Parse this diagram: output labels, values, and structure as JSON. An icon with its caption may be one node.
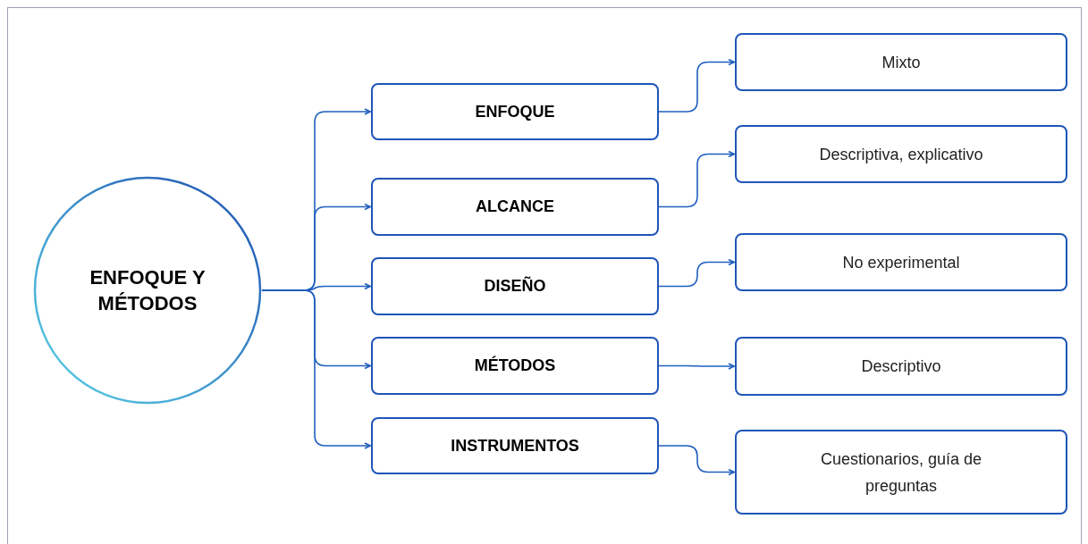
{
  "diagram": {
    "nodes": [
      {
        "text": [
          "ENFOQUE Y MÉTODOS"
        ]
      },
      {
        "text": [
          "ENFOQUE"
        ]
      },
      {
        "text": [
          "ALCANCE"
        ]
      },
      {
        "text": [
          "DISEÑO"
        ]
      },
      {
        "text": [
          "MÉTODOS"
        ]
      },
      {
        "text": [
          "INSTRUMENTOS"
        ]
      },
      {
        "text": [
          "Mixto"
        ]
      },
      {
        "text": [
          "Descriptiva, explicativo"
        ]
      },
      {
        "text": [
          "No experimental"
        ]
      },
      {
        "text": [
          "Descriptivo"
        ]
      },
      {
        "text": [
          "Cuestionarios, guía de preguntas"
        ]
      }
    ],
    "edges": [
      {
        "from": 0,
        "to": 1,
        "arrow": "to"
      },
      {
        "from": 0,
        "to": 2,
        "arrow": "to"
      },
      {
        "from": 0,
        "to": 3,
        "arrow": "to"
      },
      {
        "from": 0,
        "to": 4,
        "arrow": "to"
      },
      {
        "from": 0,
        "to": 5,
        "arrow": "to"
      },
      {
        "from": 1,
        "to": 6,
        "arrow": "to"
      },
      {
        "from": 2,
        "to": 7,
        "arrow": "to"
      },
      {
        "from": 3,
        "to": 8,
        "arrow": "to"
      },
      {
        "from": 4,
        "to": 9,
        "arrow": "to"
      },
      {
        "from": 5,
        "to": 10,
        "arrow": "to"
      }
    ]
  }
}
